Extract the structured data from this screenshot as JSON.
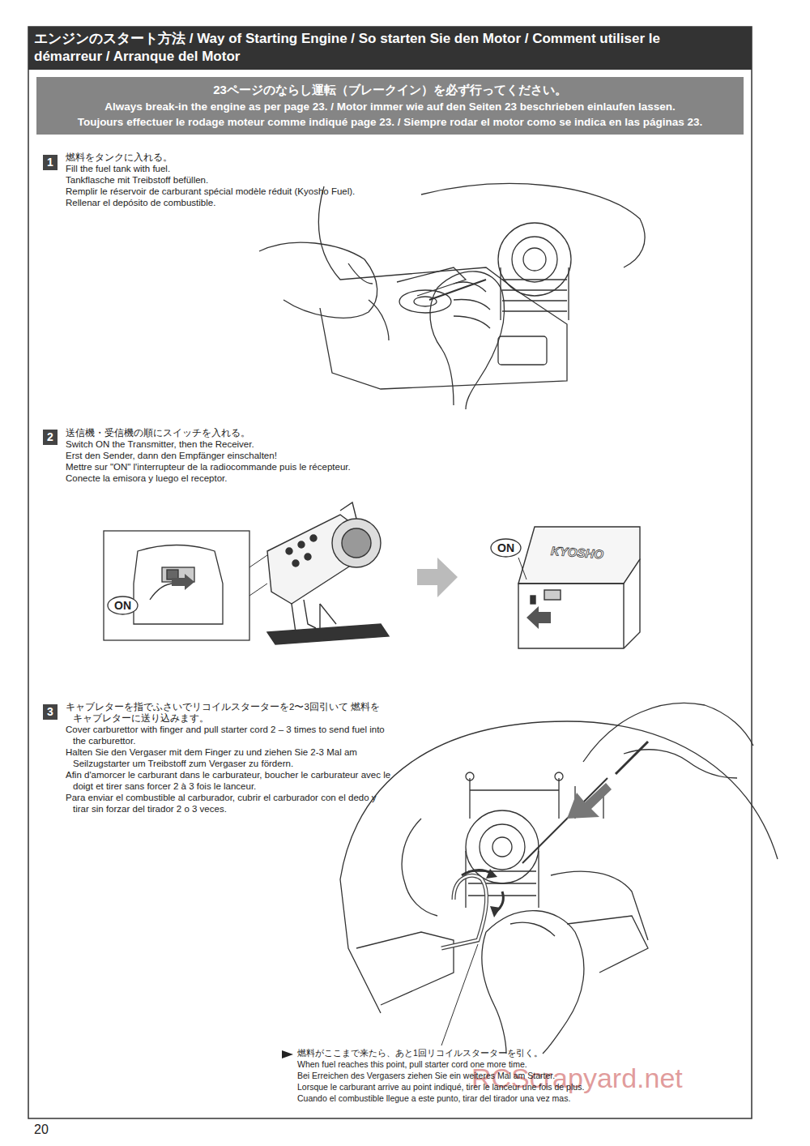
{
  "diagram": {
    "title": "エンジンのスタート方法 / Way of Starting Engine / So starten Sie den Motor / Comment utiliser le démarreur / Arranque del Motor",
    "nodes": [
      {
        "text": [
          "23ページのならし運転（ブレークイン）を必ず行ってください。",
          "Always break-in the engine as per page 23. / Motor immer wie auf den Seiten 23 beschrieben einlaufen lassen.",
          "Toujours effectuer le rodage moteur comme indiqué page 23. / Siempre rodar el motor como se indica en las páginas 23."
        ]
      },
      {
        "text": [
          "1"
        ]
      },
      {
        "text": [
          "2"
        ]
      },
      {
        "text": [
          "3"
        ]
      },
      {
        "text": [
          "ON"
        ]
      },
      {
        "text": [
          "ON"
        ]
      }
    ],
    "labels": [
      "燃料をタンクに入れる。",
      "Fill the fuel tank with fuel.",
      "Tankflasche mit Treibstoff befüllen.",
      "Remplir le réservoir de carburant spécial modèle réduit (Kyosho Fuel).",
      "Rellenar el depósito de combustible.",
      "送信機・受信機の順にスイッチを入れる。",
      "Switch ON the Transmitter, then the Receiver.",
      "Erst den Sender, dann den Empfänger einschalten!",
      "Mettre sur \"ON\" l'interrupteur de la radiocommande puis le récepteur.",
      "Conecte la emisora y luego el receptor.",
      "キャブレターを指でふさいでリコイルスターターを2〜3回引いて 燃料をキャブレターに送り込みます。",
      "Cover carburettor with finger and pull starter cord 2 – 3 times to send fuel into the carburettor.",
      "Halten Sie den Vergaser mit dem Finger zu und ziehen Sie 2-3 Mal am Seilzugstarter um Treibstoff zum Vergaser zu fördern.",
      "Afin d'amorcer le carburant dans le carburateur, boucher le carburateur avec le doigt et tirer sans forcer 2 à 3 fois le lanceur.",
      "Para enviar el combustible al carburador, cubrir el carburador con el dedo y tirar sin forzar del tirador 2 o 3 veces.",
      "燃料がここまで来たら、あと1回リコイルスターターを引く。",
      "When fuel reaches this point, pull starter cord one more time.",
      "Bei Erreichen des Vergasers ziehen Sie ein weiteres Mal am Starter.",
      "Lorsque le carburant arrive au point indiqué, tirer le lanceur une fois de plus.",
      "Cuando el combustible llegue a este punto, tirar del tirador una vez mas.",
      "KYOSHO",
      "20",
      "RCScrapyard.net"
    ]
  }
}
